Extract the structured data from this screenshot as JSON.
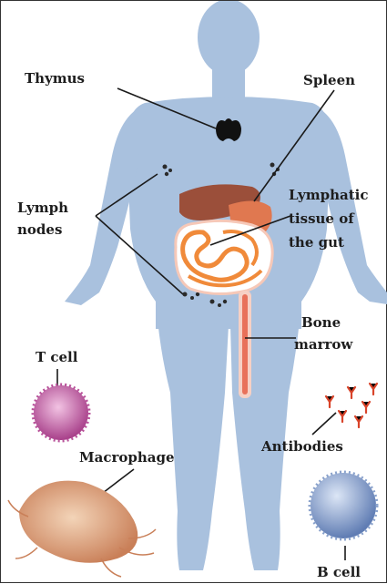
{
  "labels": {
    "thymus": "Thymus",
    "spleen": "Spleen",
    "lymph_line1": "Lymph",
    "lymph_line2": "nodes",
    "gut_line1": "Lymphatic",
    "gut_line2": "tissue of",
    "gut_line3": "the gut",
    "bone_line1": "Bone",
    "bone_line2": "marrow",
    "tcell": "T cell",
    "antibodies": "Antibodies",
    "macrophage": "Macrophage",
    "bcell": "B cell"
  },
  "colors": {
    "body": "#a9c1de",
    "body_shadow": "#8fa9cb",
    "thymus": "#111111",
    "liver": "#9b4f3a",
    "intestine": "#f08a3a",
    "bone": "#f3a58a",
    "tcell": "#b8529a",
    "bcell": "#7f97c4",
    "macrophage": "#d9a07a",
    "antibody": "#d9442a"
  }
}
